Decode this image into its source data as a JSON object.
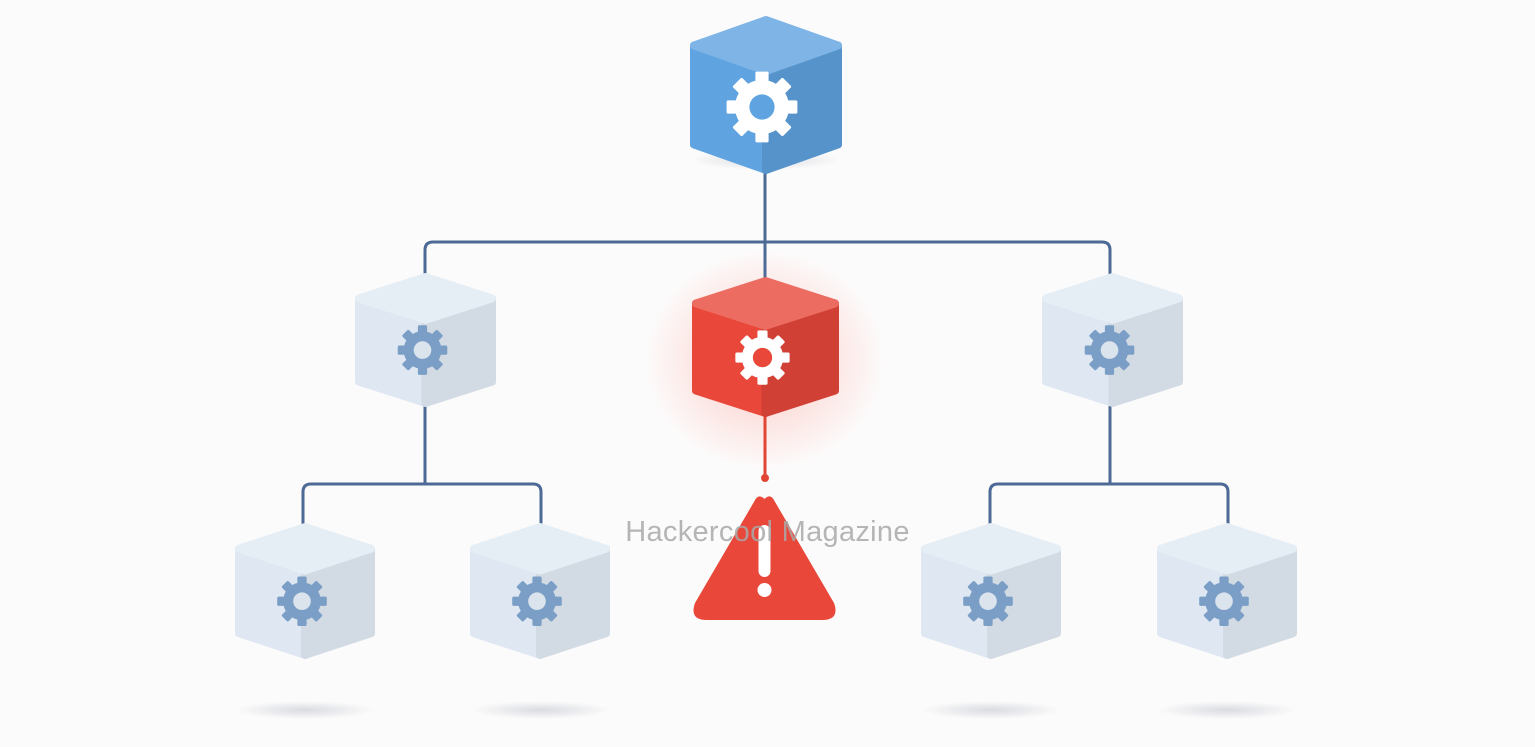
{
  "diagram": {
    "title": "Hierarchy with failed node",
    "nodes": [
      {
        "id": "root",
        "kind": "root",
        "icon": "gear-icon"
      },
      {
        "id": "mid-left",
        "kind": "normal",
        "icon": "gear-icon"
      },
      {
        "id": "mid-center",
        "kind": "failed",
        "icon": "gear-icon"
      },
      {
        "id": "mid-right",
        "kind": "normal",
        "icon": "gear-icon"
      },
      {
        "id": "leaf-1",
        "kind": "normal",
        "icon": "gear-icon"
      },
      {
        "id": "leaf-2",
        "kind": "normal",
        "icon": "gear-icon"
      },
      {
        "id": "warning",
        "kind": "alert",
        "icon": "warning-icon"
      },
      {
        "id": "leaf-3",
        "kind": "normal",
        "icon": "gear-icon"
      },
      {
        "id": "leaf-4",
        "kind": "normal",
        "icon": "gear-icon"
      }
    ],
    "colors": {
      "root": "#5fa3e0",
      "failed": "#e8473a",
      "normal": "#dfe8f2",
      "normal_gear": "#7a9ec6",
      "connector": "#4d6a96",
      "alert_connector": "#e04535"
    }
  },
  "watermark": "Hackercool Magazine"
}
